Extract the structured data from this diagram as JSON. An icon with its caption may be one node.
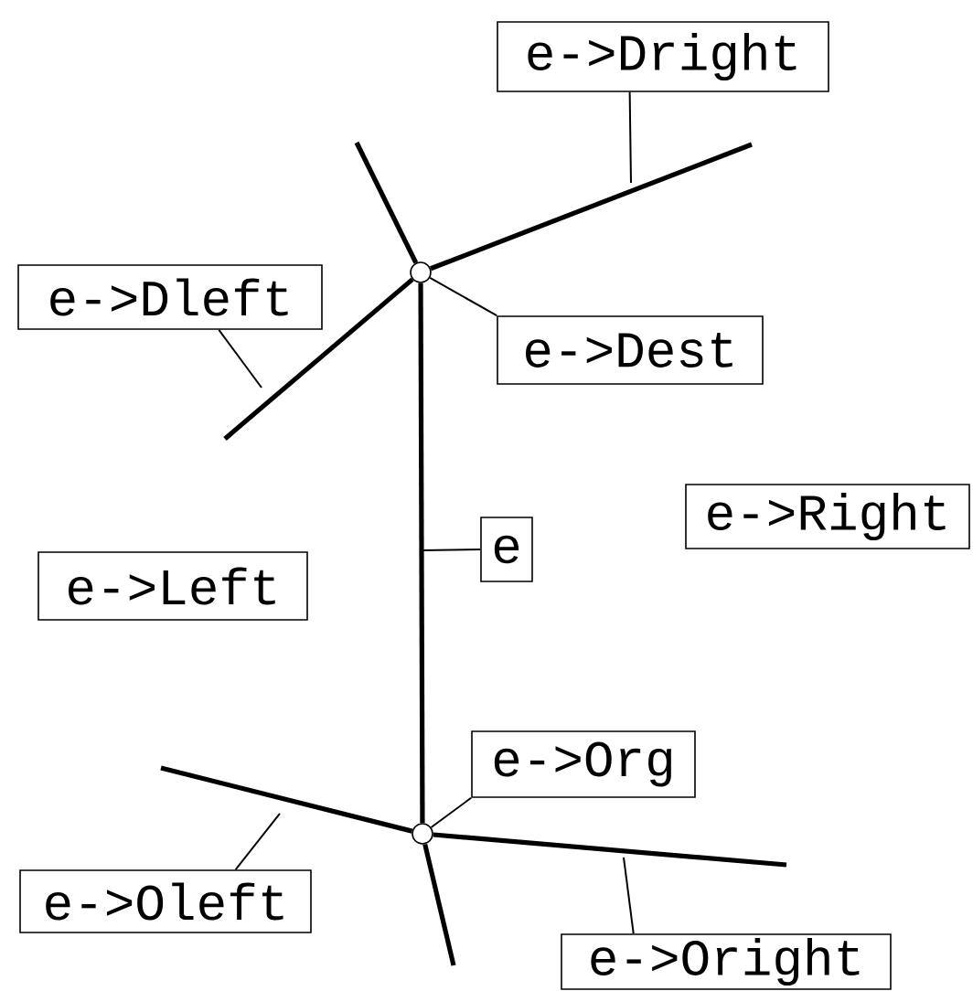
{
  "diagram": {
    "nodes": [
      {
        "text": [
          "e->Dright"
        ]
      },
      {
        "text": [],
        "shape": "circle"
      },
      {
        "text": [
          "e->Dleft"
        ]
      },
      {
        "text": [
          "e->Dest"
        ]
      },
      {
        "text": [
          "e"
        ]
      },
      {
        "text": [
          "e->Right"
        ]
      },
      {
        "text": [
          "e->Left"
        ]
      },
      {
        "text": [
          "e->Org"
        ]
      },
      {
        "text": [],
        "shape": "circle"
      },
      {
        "text": [
          "e->Oleft"
        ]
      },
      {
        "text": [
          "e->Oright"
        ]
      }
    ],
    "edges": [
      {
        "from": 1,
        "to": 8,
        "arrow": "none",
        "style": "thick"
      },
      {
        "from": 1,
        "to": null,
        "arrow": "none",
        "style": "thick"
      },
      {
        "from": 1,
        "to": null,
        "arrow": "none",
        "style": "thick"
      },
      {
        "from": 1,
        "to": null,
        "arrow": "none",
        "style": "thick"
      },
      {
        "from": 8,
        "to": null,
        "arrow": "none",
        "style": "thick"
      },
      {
        "from": 8,
        "to": null,
        "arrow": "none",
        "style": "thick"
      },
      {
        "from": 8,
        "to": null,
        "arrow": "none",
        "style": "thick"
      },
      {
        "from": 0,
        "to": null,
        "arrow": "none"
      },
      {
        "from": 3,
        "to": 1,
        "arrow": "none"
      },
      {
        "from": 2,
        "to": null,
        "arrow": "none"
      },
      {
        "from": 4,
        "to": null,
        "arrow": "none"
      },
      {
        "from": 7,
        "to": 8,
        "arrow": "none"
      },
      {
        "from": 9,
        "to": null,
        "arrow": "none"
      },
      {
        "from": 10,
        "to": null,
        "arrow": "none"
      }
    ]
  }
}
